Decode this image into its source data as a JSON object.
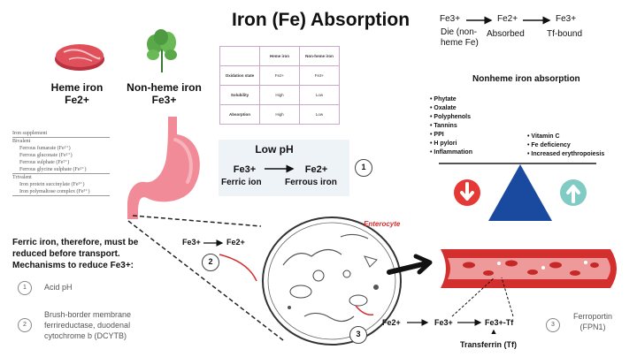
{
  "title": "Iron (Fe) Absorption",
  "top_flow": {
    "stage1": {
      "label": "Fe3+",
      "caption": "Die (non-heme Fe)"
    },
    "stage2": {
      "label": "Fe2+",
      "caption": "Absorbed"
    },
    "stage3": {
      "label": "Fe3+",
      "caption": "Tf-bound"
    }
  },
  "heme": {
    "line1": "Heme iron",
    "line2": "Fe2+"
  },
  "nonheme": {
    "line1": "Non-heme iron",
    "line2": "Fe3+"
  },
  "comparison_table": {
    "headers": [
      "",
      "Heme iron",
      "Non-heme iron"
    ],
    "rows": [
      [
        "Oxidation state",
        "Fe2+",
        "Fe3+"
      ],
      [
        "Solubility",
        "High",
        "Low"
      ],
      [
        "Absorption",
        "High",
        "Low"
      ]
    ]
  },
  "supplement_list": {
    "header": "Iron supplement",
    "groups": [
      {
        "name": "Bivalent",
        "items": [
          "Ferrous fumarate (Fe²⁺)",
          "Ferrous gluconate (Fe²⁺)",
          "Ferrous sulphate (Fe²⁺)",
          "Ferrous glycine sulphate (Fe²⁺)"
        ]
      },
      {
        "name": "Trivalent",
        "items": [
          "Iron protein succinylate (Fe³⁺)",
          "Iron polymaltose complex (Fe³⁺)"
        ]
      }
    ]
  },
  "low_ph_box": {
    "title": "Low pH",
    "from": "Fe3+",
    "from_caption": "Ferric ion",
    "to": "Fe2+",
    "to_caption": "Ferrous iron",
    "step": "1"
  },
  "nonheme_absorption": {
    "title": "Nonheme iron absorption",
    "inhibitors": [
      "Phytate",
      "Oxalate",
      "Polyphenols",
      "Tannins",
      "PPI",
      "H pylori",
      "Inflammation"
    ],
    "enhancers": [
      "Vitamin C",
      "Fe deficiency",
      "Increased erythropoiesis"
    ]
  },
  "ferric_text": "Ferric iron, therefore, must be reduced before transport. Mechanisms to reduce Fe3+:",
  "mechanisms": [
    {
      "num": "1",
      "text": "Acid pH"
    },
    {
      "num": "2",
      "text": "Brush-border membrane ferrireductase, duodenal cytochrome b (DCYTB)"
    }
  ],
  "enterocyte": {
    "label": "Enterocyte",
    "entry_from": "Fe3+",
    "entry_to": "Fe2+",
    "step2": "2",
    "step3": "3"
  },
  "exit_flow": {
    "a": "Fe2+",
    "b": "Fe3+",
    "c": "Fe3+-Tf",
    "transferrin": "Transferrin (Tf)"
  },
  "ferroportin": {
    "num": "3",
    "line1": "Ferroportin",
    "line2": "(FPN1)"
  },
  "colors": {
    "stomach": "#f28b98",
    "meat": "#e0505a",
    "leaf": "#5aa84a",
    "down": "#e53935",
    "up": "#80cbc4",
    "triangle": "#1a4aa0",
    "vessel": "#d32f2f"
  }
}
